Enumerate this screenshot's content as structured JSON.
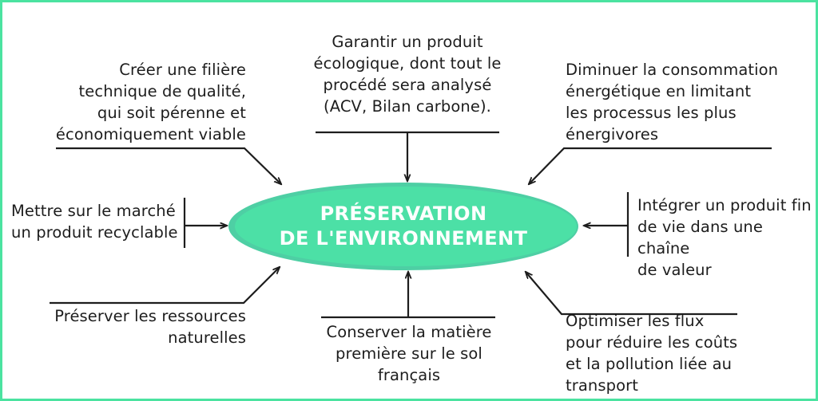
{
  "diagram": {
    "title": "Préservation de l'environnement",
    "accent_color": "#4CE0A6",
    "ring_color": "#4ECFA4",
    "frame_color": "#4BE3A0",
    "text_color": "#1d1d1d",
    "center": {
      "line1": "PRÉSERVATION",
      "line2": "DE L'ENVIRONNEMENT"
    },
    "nodes": [
      {
        "id": "top-left",
        "text": "Créer une filière\ntechnique de qualité,\nqui soit pérenne et\néconomiquement viable",
        "align": "right"
      },
      {
        "id": "top-center",
        "text": "Garantir un produit\nécologique, dont tout le\nprocédé sera analysé\n(ACV, Bilan carbone).",
        "align": "center"
      },
      {
        "id": "top-right",
        "text": "Diminuer la consommation\nénergétique en limitant\nles processus les plus\nénergivores",
        "align": "left"
      },
      {
        "id": "middle-left",
        "text": "Mettre sur le marché\nun produit recyclable",
        "align": "left"
      },
      {
        "id": "middle-right",
        "text": "Intégrer un produit fin\nde vie dans une chaîne\nde valeur",
        "align": "left"
      },
      {
        "id": "bottom-left",
        "text": "Préserver les ressources\nnaturelles",
        "align": "right"
      },
      {
        "id": "bottom-center",
        "text": "Conserver la matière\npremière sur le sol\nfrançais",
        "align": "center"
      },
      {
        "id": "bottom-right",
        "text": "Optimiser les flux\npour réduire les coûts\net la pollution liée au\ntransport",
        "align": "left"
      }
    ]
  }
}
